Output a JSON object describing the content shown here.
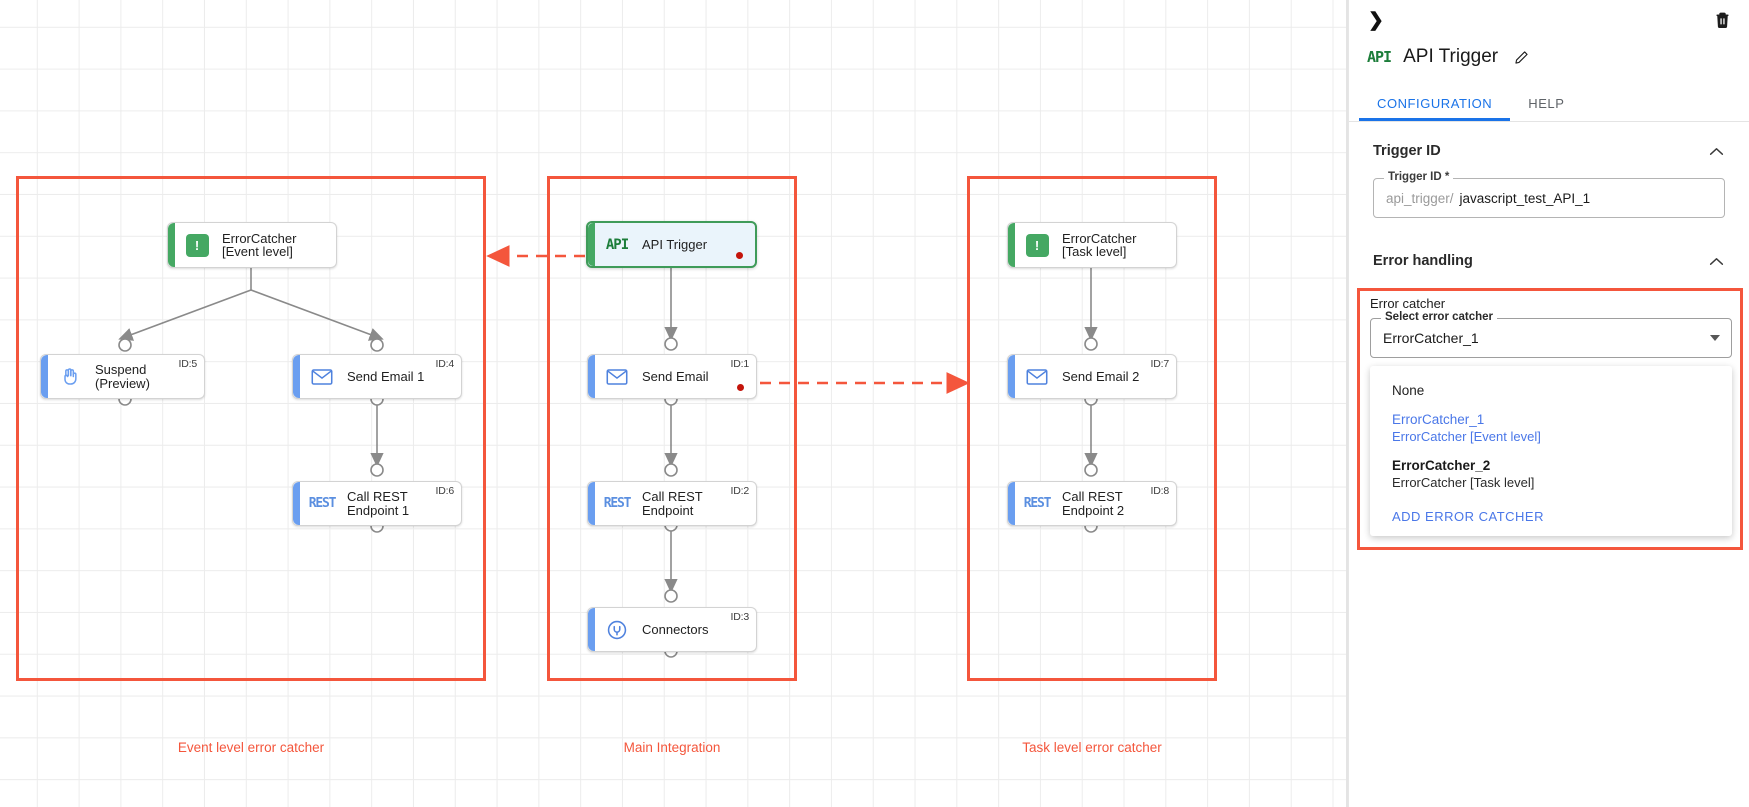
{
  "canvas": {
    "groups": [
      {
        "id": "event-level",
        "label": "Event level error catcher"
      },
      {
        "id": "main-integration",
        "label": "Main Integration"
      },
      {
        "id": "task-level",
        "label": "Task level error catcher"
      }
    ],
    "nodes": [
      {
        "key": "errorcatcher_event",
        "title": "ErrorCatcher\n[Event level]",
        "icon": "error-catcher-icon",
        "id_tag": "",
        "accent": "green"
      },
      {
        "key": "suspend",
        "title": "Suspend\n(Preview)",
        "icon": "hand-icon",
        "id_tag": "ID:5",
        "accent": "blue"
      },
      {
        "key": "send_email_1",
        "title": "Send Email 1",
        "icon": "envelope-icon",
        "id_tag": "ID:4",
        "accent": "blue"
      },
      {
        "key": "call_rest_1",
        "title": "Call REST\nEndpoint 1",
        "icon": "rest-icon",
        "id_tag": "ID:6",
        "accent": "blue"
      },
      {
        "key": "api_trigger",
        "title": "API Trigger",
        "icon": "api-icon",
        "id_tag": "",
        "accent": "green"
      },
      {
        "key": "send_email",
        "title": "Send Email",
        "icon": "envelope-icon",
        "id_tag": "ID:1",
        "accent": "blue"
      },
      {
        "key": "call_rest",
        "title": "Call REST\nEndpoint",
        "icon": "rest-icon",
        "id_tag": "ID:2",
        "accent": "blue"
      },
      {
        "key": "connectors",
        "title": "Connectors",
        "icon": "connector-icon",
        "id_tag": "ID:3",
        "accent": "blue"
      },
      {
        "key": "errorcatcher_task",
        "title": "ErrorCatcher\n[Task level]",
        "icon": "error-catcher-icon",
        "id_tag": "",
        "accent": "green"
      },
      {
        "key": "send_email_2",
        "title": "Send Email 2",
        "icon": "envelope-icon",
        "id_tag": "ID:7",
        "accent": "blue"
      },
      {
        "key": "call_rest_2",
        "title": "Call REST\nEndpoint 2",
        "icon": "rest-icon",
        "id_tag": "ID:8",
        "accent": "blue"
      }
    ],
    "colors": {
      "group_border": "#f4563c",
      "group_label": "#f4563c",
      "node_accent_blue": "#6a9ef0",
      "node_accent_green": "#45a863",
      "error_dot": "#c4140b",
      "selected_border": "#3f9b59",
      "selected_fill": "#eaf4fb",
      "grid_line": "#ececec",
      "wire": "#8a8a8a"
    }
  },
  "panel": {
    "collapse_icon": "chevron-right-icon",
    "delete_icon": "trash-icon",
    "icon_label": "API",
    "title": "API Trigger",
    "edit_icon": "pencil-icon",
    "tabs": [
      {
        "label": "CONFIGURATION",
        "active": true
      },
      {
        "label": "HELP",
        "active": false
      }
    ],
    "trigger_id_section": {
      "heading": "Trigger ID",
      "collapse_icon": "chevron-up-icon",
      "field_legend": "Trigger ID *",
      "prefix": "api_trigger/",
      "value": "javascript_test_API_1"
    },
    "error_handling_section": {
      "heading": "Error handling",
      "collapse_icon": "chevron-up-icon",
      "error_catcher_label": "Error catcher",
      "select_legend": "Select error catcher",
      "selected_value": "ErrorCatcher_1",
      "dropdown_icon": "chevron-down-icon",
      "options": [
        {
          "primary": "None",
          "secondary": "",
          "style": "plain"
        },
        {
          "primary": "ErrorCatcher_1",
          "secondary": "ErrorCatcher [Event level]",
          "style": "sel"
        },
        {
          "primary": "ErrorCatcher_2",
          "secondary": "ErrorCatcher [Task level]",
          "style": "bold"
        }
      ],
      "add_button": "ADD ERROR CATCHER"
    },
    "colors": {
      "accent": "#1a73e8",
      "link": "#4a77e8",
      "highlight_border": "#f4563c"
    }
  }
}
